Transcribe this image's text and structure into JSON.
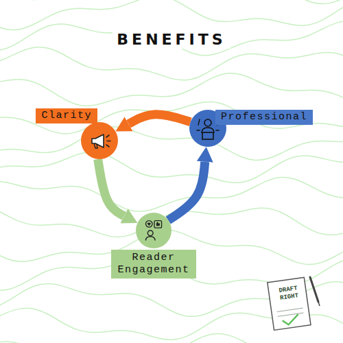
{
  "diagram": {
    "title": "BENEFITS",
    "nodes": [
      {
        "text": [
          "Clarity"
        ]
      },
      {
        "text": [
          "Professional"
        ]
      },
      {
        "text": [
          "Reader Engagement"
        ]
      }
    ],
    "edges": [
      {
        "from": 0,
        "to": 2,
        "arrow": "to"
      },
      {
        "from": 2,
        "to": 1,
        "arrow": "to"
      },
      {
        "from": 1,
        "to": 0,
        "arrow": "to"
      }
    ],
    "labels": [
      "DRAFT RIGHT"
    ]
  }
}
